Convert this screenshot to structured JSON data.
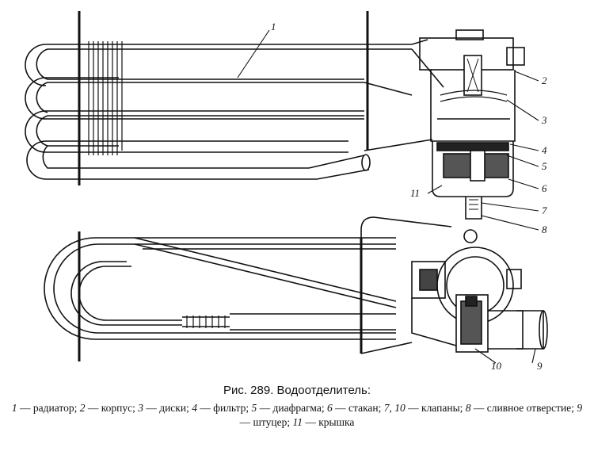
{
  "figure": {
    "callouts": [
      "1",
      "2",
      "3",
      "4",
      "5",
      "6",
      "7",
      "8",
      "9",
      "10",
      "11"
    ]
  },
  "caption": {
    "title": "Рис. 289. Водоотделитель:",
    "items": [
      {
        "num": "1",
        "text": " — радиатор; "
      },
      {
        "num": "2",
        "text": " — корпус; "
      },
      {
        "num": "3",
        "text": " — диски; "
      },
      {
        "num": "4",
        "text": " — фильтр; "
      },
      {
        "num": "5",
        "text": " — диафрагма; "
      },
      {
        "num": "6",
        "text": " — стакан; "
      },
      {
        "num": "7, 10",
        "text": " — клапаны; "
      },
      {
        "num": "8",
        "text": " — сливное отверстие; "
      },
      {
        "num": "9",
        "text": " — штуцер; "
      },
      {
        "num": "11",
        "text": " — крышка"
      }
    ]
  }
}
